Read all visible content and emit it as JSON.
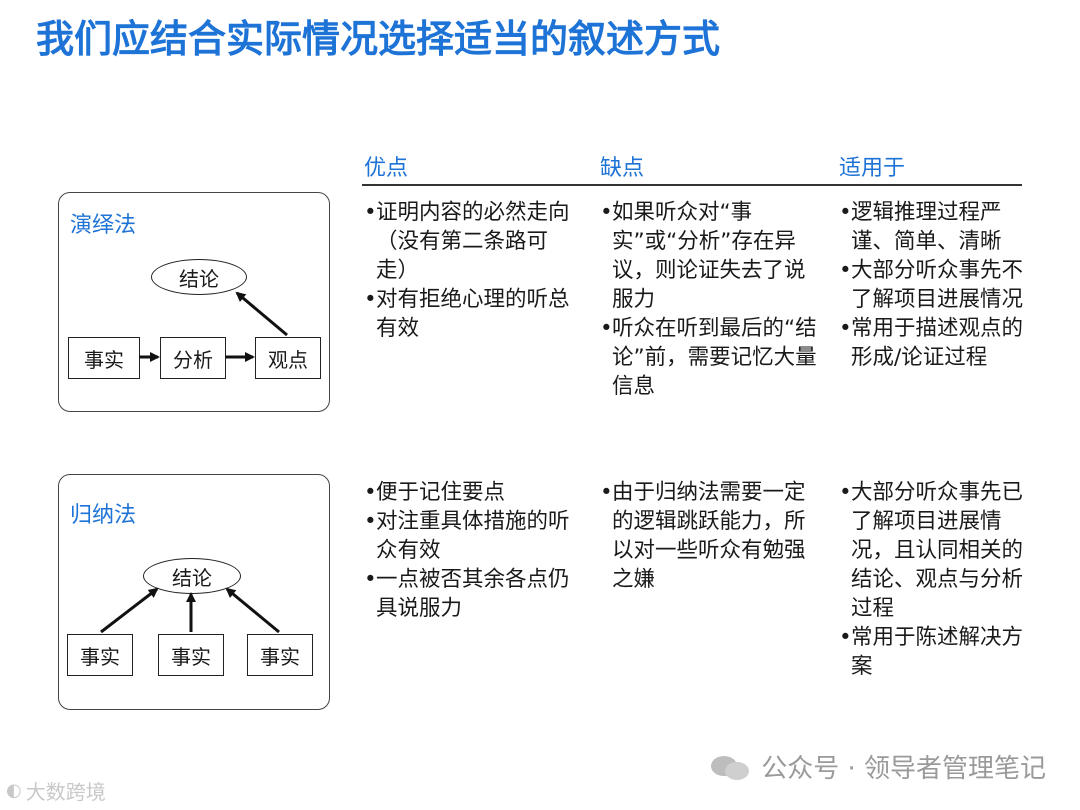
{
  "title": "我们应结合实际情况选择适当的叙述方式",
  "columns": [
    "优点",
    "缺点",
    "适用于"
  ],
  "methods": [
    {
      "name": "演绎法",
      "diagram": {
        "top": "结论",
        "nodes": [
          "事实",
          "分析",
          "观点"
        ]
      },
      "pros": [
        "证明内容的必然走向（没有第二条路可走）",
        "对有拒绝心理的听总有效"
      ],
      "cons": [
        "如果听众对“事实”或“分析”存在异议，则论证失去了说服力",
        "听众在听到最后的“结论”前，需要记忆大量信息"
      ],
      "applies": [
        "逻辑推理过程严谨、简单、清晰",
        "大部分听众事先不了解项目进展情况",
        "常用于描述观点的形成/论证过程"
      ]
    },
    {
      "name": "归纳法",
      "diagram": {
        "top": "结论",
        "nodes": [
          "事实",
          "事实",
          "事实"
        ]
      },
      "pros": [
        "便于记住要点",
        "对注重具体措施的听众有效",
        "一点被否其余各点仍具说服力"
      ],
      "cons": [
        "由于归纳法需要一定的逻辑跳跃能力，所以对一些听众有勉强之嫌"
      ],
      "applies": [
        "大部分听众事先已了解项目进展情况，且认同相关的结论、观点与分析过程",
        "常用于陈述解决方案"
      ]
    }
  ],
  "watermark": "公众号 · 领导者管理笔记",
  "corner_mark": "大数跨境",
  "colors": {
    "accent": "#1e73d6",
    "text": "#1a1a1a",
    "border": "#444444"
  }
}
